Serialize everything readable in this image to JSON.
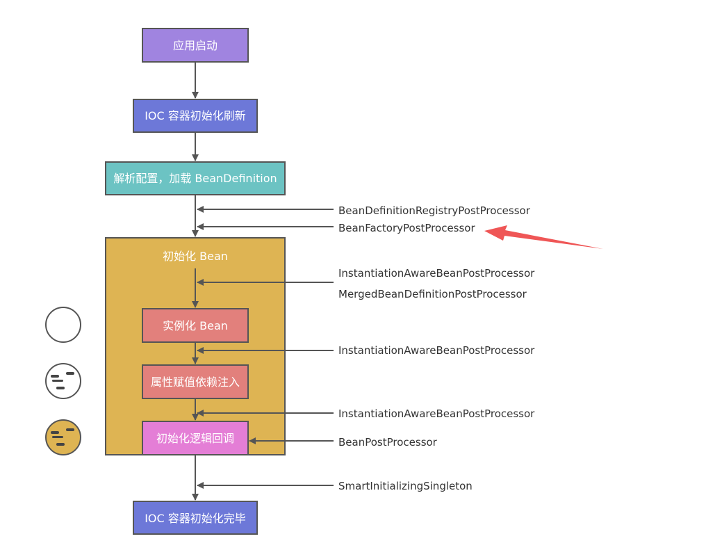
{
  "nodes": {
    "app_start": "应用启动",
    "ioc_refresh": "IOC 容器初始化刷新",
    "parse_config": "解析配置，加载 BeanDefinition",
    "init_bean": "初始化 Bean",
    "instantiate_bean": "实例化 Bean",
    "populate_props": "属性赋值依赖注入",
    "init_callback": "初始化逻辑回调",
    "ioc_complete": "IOC 容器初始化完毕"
  },
  "processors": {
    "registry_pp": "BeanDefinitionRegistryPostProcessor",
    "factory_pp": "BeanFactoryPostProcessor",
    "iabpp_1": "InstantiationAwareBeanPostProcessor",
    "mbdpp": "MergedBeanDefinitionPostProcessor",
    "iabpp_2": "InstantiationAwareBeanPostProcessor",
    "iabpp_3": "InstantiationAwareBeanPostProcessor",
    "bpp": "BeanPostProcessor",
    "smart_singleton": "SmartInitializingSingleton"
  },
  "colors": {
    "purple": "#a084e0",
    "indigo": "#6d78d8",
    "teal": "#6cc3c3",
    "gold": "#deb453",
    "salmon": "#e2807c",
    "pink": "#e47ed6",
    "line": "#555555",
    "highlight_arrow": "#ef5656"
  }
}
